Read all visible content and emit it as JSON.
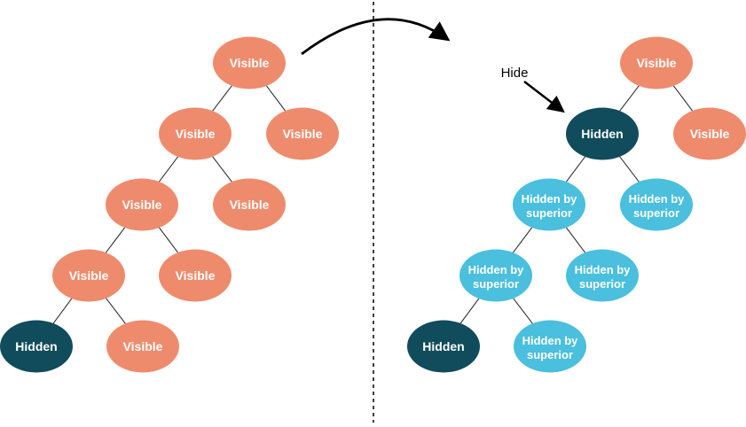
{
  "diagram": {
    "colors": {
      "visible": "#EF8B6D",
      "hidden": "#104C5C",
      "hidden_by_superior": "#4ABFDE",
      "node_text": "#FFFFFF",
      "edge": "#1C1C1C"
    },
    "annotation": {
      "label": "Hide"
    },
    "left_tree": {
      "nodes": [
        {
          "label": "Visible",
          "state": "visible"
        },
        {
          "label": "Visible",
          "state": "visible"
        },
        {
          "label": "Visible",
          "state": "visible"
        },
        {
          "label": "Visible",
          "state": "visible"
        },
        {
          "label": "Visible",
          "state": "visible"
        },
        {
          "label": "Visible",
          "state": "visible"
        },
        {
          "label": "Visible",
          "state": "visible"
        },
        {
          "label": "Hidden",
          "state": "hidden"
        },
        {
          "label": "Visible",
          "state": "visible"
        }
      ],
      "edges": [
        [
          0,
          1
        ],
        [
          0,
          2
        ],
        [
          1,
          3
        ],
        [
          1,
          4
        ],
        [
          3,
          5
        ],
        [
          3,
          6
        ],
        [
          5,
          7
        ],
        [
          5,
          8
        ]
      ]
    },
    "right_tree": {
      "nodes": [
        {
          "label": "Visible",
          "state": "visible"
        },
        {
          "label": "Hidden",
          "state": "hidden"
        },
        {
          "label": "Visible",
          "state": "visible"
        },
        {
          "label": "Hidden by superior",
          "state": "hidden_by_superior",
          "lines": [
            "Hidden by",
            "superior"
          ]
        },
        {
          "label": "Hidden by superior",
          "state": "hidden_by_superior",
          "lines": [
            "Hidden by",
            "superior"
          ]
        },
        {
          "label": "Hidden by superior",
          "state": "hidden_by_superior",
          "lines": [
            "Hidden by",
            "superior"
          ]
        },
        {
          "label": "Hidden by superior",
          "state": "hidden_by_superior",
          "lines": [
            "Hidden by",
            "superior"
          ]
        },
        {
          "label": "Hidden",
          "state": "hidden"
        },
        {
          "label": "Hidden by superior",
          "state": "hidden_by_superior",
          "lines": [
            "Hidden by",
            "superior"
          ]
        }
      ],
      "edges": [
        [
          0,
          1
        ],
        [
          0,
          2
        ],
        [
          1,
          3
        ],
        [
          1,
          4
        ],
        [
          3,
          5
        ],
        [
          3,
          6
        ],
        [
          5,
          7
        ],
        [
          5,
          8
        ]
      ]
    }
  }
}
